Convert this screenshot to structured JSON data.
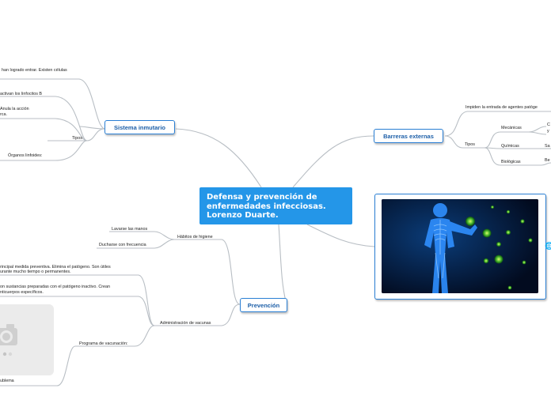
{
  "central": {
    "lines": [
      "Defensa y prevención de",
      "enfermedades infecciosas.",
      "Lorenzo Duarte."
    ]
  },
  "nodes": {
    "sistema": "Sistema inmutario",
    "barreras": "Barreras externas",
    "prevencion": "Prevención"
  },
  "sistema_branch": {
    "item1": "han logrado entrar. Existen células",
    "item2": "activan los linfocitos B",
    "item3a": "Anula la acción",
    "item3b": "rca.",
    "tipos": "Tipos",
    "organos": "Órganos linfoides:"
  },
  "barreras_branch": {
    "impiden": "Impiden la entrada de agentes patóge",
    "tipos": "Tipos",
    "mecanicas": "Mecánicas",
    "mecanicas_child_a": "C",
    "mecanicas_child_b": "y",
    "quimicas": "Químicas",
    "quimicas_child": "Sa",
    "biologicas": "Biológicas",
    "biologicas_child": "Be"
  },
  "prevencion_branch": {
    "habitos": "Hábitos de higiene",
    "lavarse": "Lavarse las manos",
    "ducharse": "Ducharse con frecuencia",
    "vacunas": "Administración de vacunas",
    "vac1a": "rincipal medida preventiva. Elimina el patógeno. Son útiles",
    "vac1b": "urante mucho tiempo o permanentes.",
    "vac2a": "on sustancias preparadas con el patógeno inactivo. Crean",
    "vac2b": "nticuerpos específicos.",
    "programa": "Programa de vacunación:",
    "problema": "ublema"
  },
  "image_node": {
    "alt_icon": "immune-body-image"
  },
  "colors": {
    "central_bg": "#2496e8",
    "node_border": "#2a7fd4",
    "node_text": "#1d5fa8",
    "link_stroke": "#b8bec4"
  }
}
